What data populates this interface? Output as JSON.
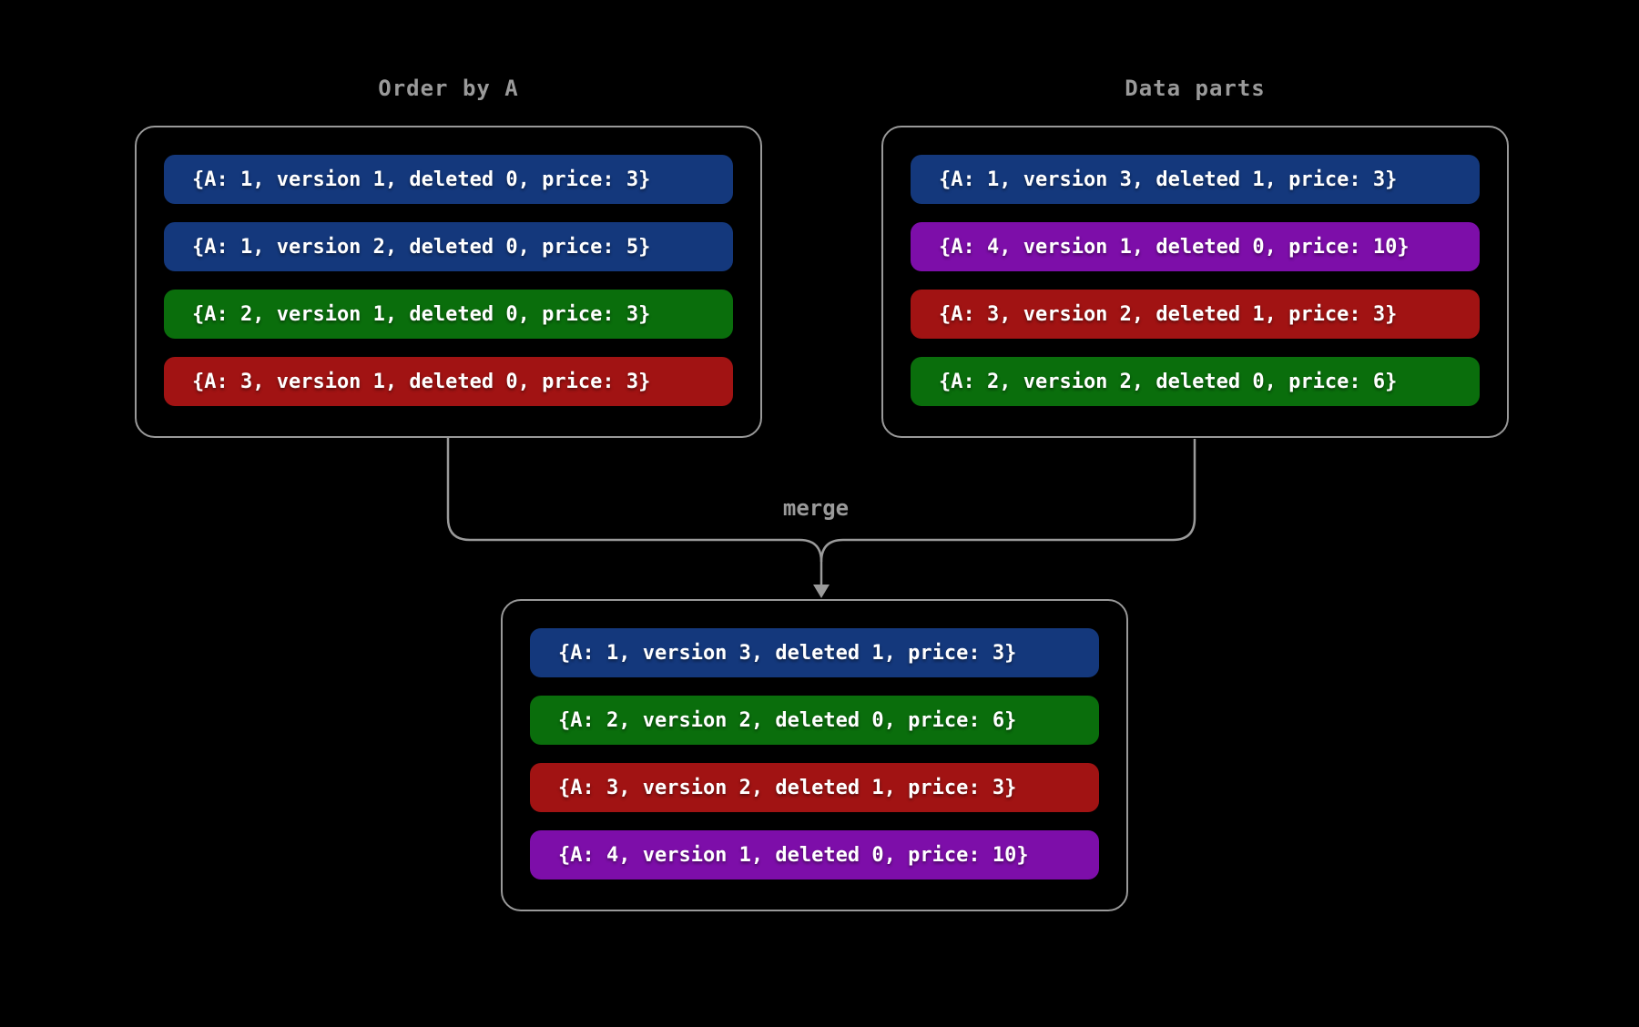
{
  "palette": {
    "background": "#000000",
    "stroke": "#9a9a9a",
    "title_text": "#9a9a9a",
    "row_text": "#ffffff",
    "blue": "#14387c",
    "green": "#0a6e0c",
    "red": "#a11313",
    "purple": "#7d0ea9"
  },
  "diagram": {
    "merge_label": "merge",
    "left_box": {
      "title": "Order by A",
      "rows": [
        {
          "color": "blue",
          "text": "{A: 1, version 1, deleted 0, price: 3}"
        },
        {
          "color": "blue",
          "text": "{A: 1, version 2, deleted 0, price: 5}"
        },
        {
          "color": "green",
          "text": "{A: 2, version 1, deleted 0, price: 3}"
        },
        {
          "color": "red",
          "text": "{A: 3, version 1, deleted 0, price: 3}"
        }
      ]
    },
    "right_box": {
      "title": "Data parts",
      "rows": [
        {
          "color": "blue",
          "text": "{A: 1, version 3, deleted 1, price: 3}"
        },
        {
          "color": "purple",
          "text": "{A: 4, version 1, deleted 0, price: 10}"
        },
        {
          "color": "red",
          "text": "{A: 3, version 2, deleted 1, price: 3}"
        },
        {
          "color": "green",
          "text": "{A: 2, version 2, deleted 0, price: 6}"
        }
      ]
    },
    "merged_box": {
      "rows": [
        {
          "color": "blue",
          "text": "{A: 1, version 3, deleted 1, price: 3}"
        },
        {
          "color": "green",
          "text": "{A: 2, version 2, deleted 0, price: 6}"
        },
        {
          "color": "red",
          "text": "{A: 3, version 2, deleted 1, price: 3}"
        },
        {
          "color": "purple",
          "text": "{A: 4, version 1, deleted 0, price: 10}"
        }
      ]
    }
  }
}
